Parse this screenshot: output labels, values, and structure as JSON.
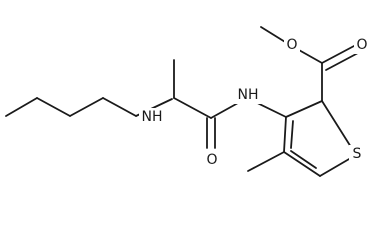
{
  "molecule": {
    "atom_labels": {
      "amine_n": "NH",
      "amide_n": "NH",
      "amide_o": "O",
      "ester_o_carbonyl": "O",
      "ester_o_ether": "O",
      "ring_s": "S"
    },
    "colors": {
      "bond": "#1a1a1a",
      "text": "#1a1a1a",
      "background": "#ffffff"
    }
  }
}
